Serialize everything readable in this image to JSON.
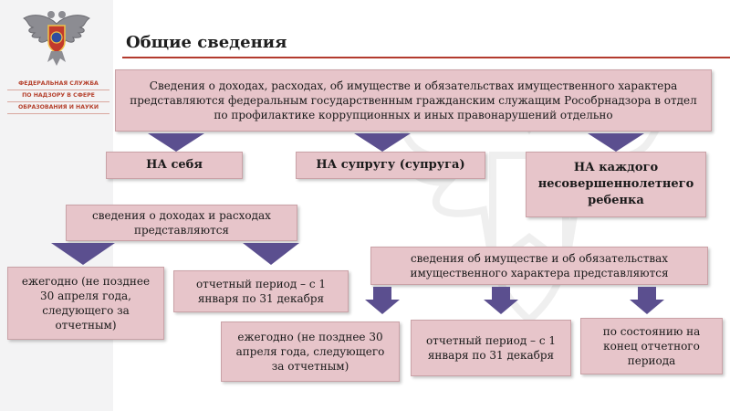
{
  "org_name_lines": [
    "ФЕДЕРАЛЬНАЯ СЛУЖБА",
    "ПО НАДЗОРУ В СФЕРЕ",
    "ОБРАЗОВАНИЯ И НАУКИ"
  ],
  "title": "Общие сведения",
  "top_box": "Сведения о доходах, расходах, об имуществе и обязательствах имущественного характера представляются федеральным государственным гражданским служащим Рособрнадзора в отдел по профилактике коррупционных и иных правонарушений отдельно",
  "targets": [
    "НА себя",
    "НА супругу (супруга)",
    "НА каждого несовершеннолетнего ребенка"
  ],
  "income_box": "сведения о доходах и расходах представляются",
  "income_items": [
    "ежегодно (не позднее 30 апреля года, следующего за отчетным)",
    "отчетный период – с 1 января по 31 декабря"
  ],
  "property_box": "сведения об имуществе и об обязательствах имущественного характера представляются",
  "property_items": [
    "ежегодно (не позднее 30 апреля года, следующего за отчетным)",
    "отчетный период – с 1 января по 31 декабря",
    "по состоянию на конец отчетного периода"
  ],
  "colors": {
    "box_fill": "#e7c5ca",
    "arrow": "#5b4f8f",
    "accent": "#b33a2e"
  }
}
